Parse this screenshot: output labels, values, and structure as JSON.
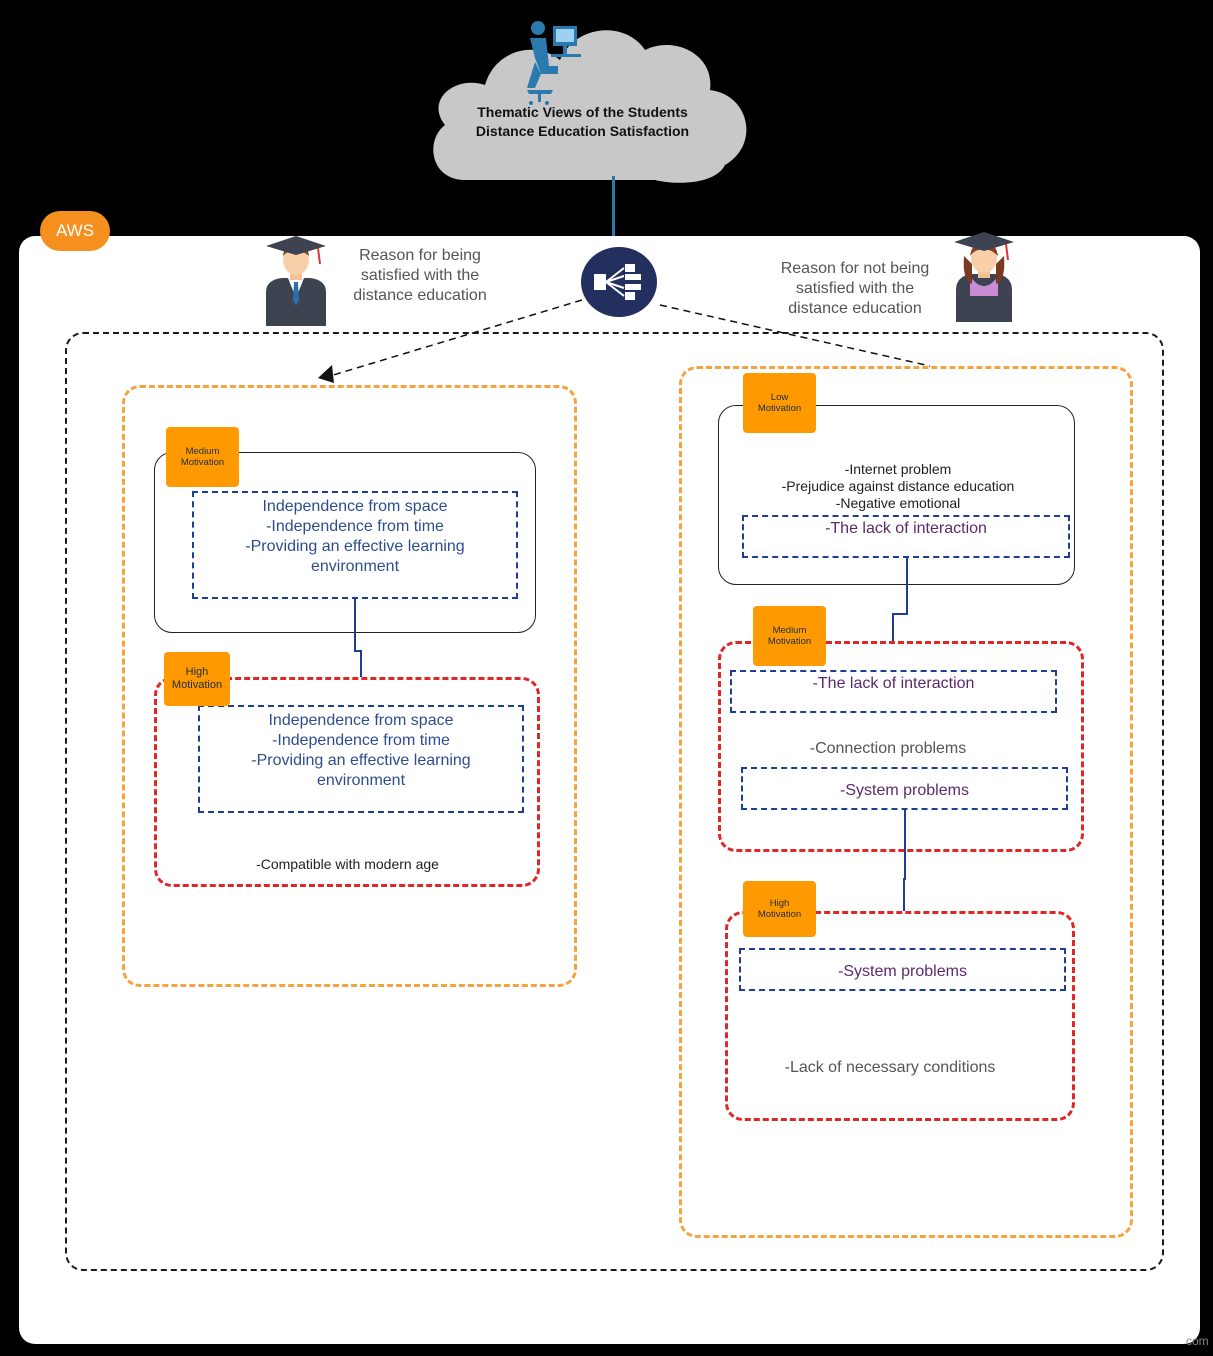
{
  "cloud": {
    "title_line1": "Thematic Views of the Students",
    "title_line2": "Distance Education Satisfaction"
  },
  "aws_label": "AWS",
  "left_heading": {
    "line1": "Reason for being",
    "line2": "satisfied with the",
    "line3": "distance education"
  },
  "right_heading": {
    "line1": "Reason for not being",
    "line2": "satisfied with the",
    "line3": "distance education"
  },
  "left_group": {
    "medium": {
      "tag_line1": "Medium",
      "tag_line2": "Motivation",
      "items": [
        "Independence from space",
        "-Independence from time",
        "-Providing an effective learning",
        "environment"
      ]
    },
    "high": {
      "tag_line1": "High",
      "tag_line2": "Motivation",
      "items": [
        "Independence from space",
        "-Independence from time",
        "-Providing an effective learning",
        "environment"
      ],
      "extra": "-Compatible with modern age"
    }
  },
  "right_group": {
    "low": {
      "tag_line1": "Low",
      "tag_line2": "Motivation",
      "items": [
        "-Internet problem",
        "-Prejudice against distance education",
        "-Negative emotional"
      ],
      "highlight": "-The lack of interaction"
    },
    "medium": {
      "tag_line1": "Medium",
      "tag_line2": "Motivation",
      "highlight": "-The lack of interaction",
      "text": "-Connection problems",
      "highlight2": "-System problems"
    },
    "high": {
      "tag_line1": "High",
      "tag_line2": "Motivation",
      "highlight": "-System problems",
      "text": "-Lack of necessary conditions"
    }
  },
  "watermark": "com",
  "icons": {
    "person_computer": "person-at-computer-icon",
    "hub": "hub-distribution-icon",
    "male_graduate": "male-graduate-icon",
    "female_graduate": "female-graduate-icon"
  },
  "colors": {
    "orange": "#ff9900",
    "hub": "#232f5e",
    "blue": "#1c3f94",
    "red": "#e02727"
  }
}
